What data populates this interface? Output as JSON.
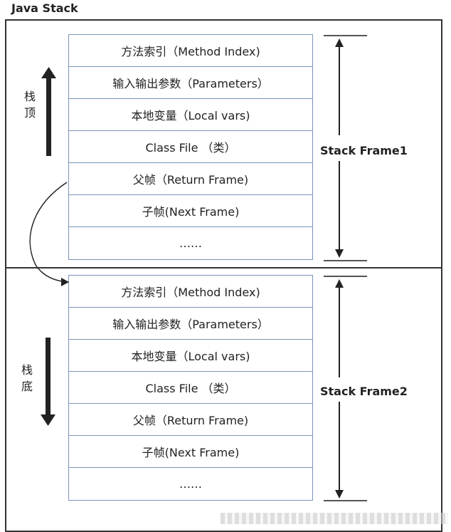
{
  "title": "Java Stack",
  "frames": [
    {
      "label": "Stack Frame1",
      "side_label": [
        "栈",
        "顶"
      ],
      "rows": [
        "方法索引（Method Index)",
        "输入输出参数（Parameters）",
        "本地变量（Local vars)",
        "Class File （类）",
        "父帧（Return Frame)",
        "子帧(Next Frame)",
        "……"
      ]
    },
    {
      "label": "Stack Frame2",
      "side_label": [
        "栈",
        "底"
      ],
      "rows": [
        "方法索引（Method Index)",
        "输入输出参数（Parameters）",
        "本地变量（Local vars)",
        "Class File （类）",
        "父帧（Return Frame)",
        "子帧(Next Frame)",
        "……"
      ]
    }
  ]
}
